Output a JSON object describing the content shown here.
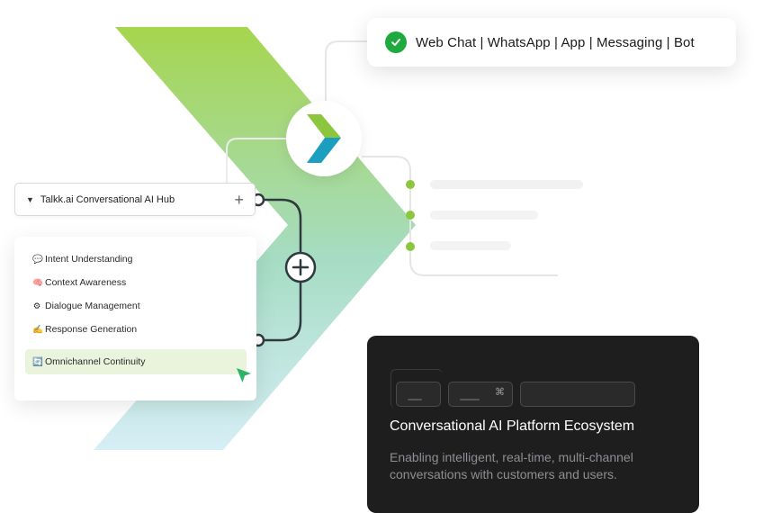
{
  "channels": {
    "label": "Web Chat | WhatsApp | App | Messaging | Bot",
    "check_color": "#1eaa3f"
  },
  "hub": {
    "caret_icon": "caret-down-icon",
    "title": "Talkk.ai Conversational AI Hub",
    "plus_icon": "plus-icon"
  },
  "capabilities": [
    {
      "emoji": "💬",
      "icon": "speech-bubble-icon",
      "label": "Intent Understanding"
    },
    {
      "emoji": "🧠",
      "icon": "brain-icon",
      "label": "Context Awareness"
    },
    {
      "emoji": "⚙",
      "icon": "gear-icon",
      "label": "Dialogue Management"
    },
    {
      "emoji": "✍",
      "icon": "writing-hand-icon",
      "label": "Response Generation"
    },
    {
      "emoji": "🔄",
      "icon": "repeat-icon",
      "label": "Omnichannel Continuity",
      "active": true
    }
  ],
  "ecosystem": {
    "title": "Conversational AI Platform Ecosystem",
    "subtitle": "Enabling intelligent, real-time, multi-channel conversations with customers and users.",
    "cmd_glyph": "⌘"
  },
  "colors": {
    "chevron_top": "#a9d65a",
    "chevron_bottom": "#bfe6ef",
    "accent_green": "#8cc63f",
    "connector": "#2f3a3f",
    "dark_card": "#1e1e1f"
  }
}
